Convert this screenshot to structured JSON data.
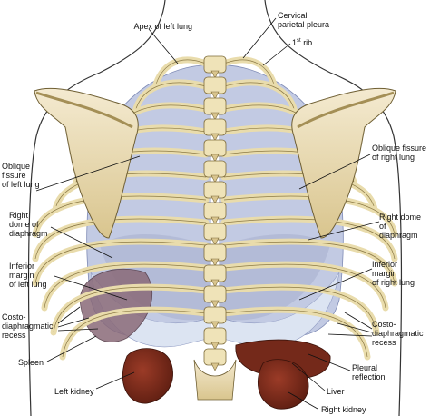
{
  "figure": {
    "background": "#ffffff",
    "colors": {
      "bone": "#ecdfae",
      "bone_shadow": "#cdbb7e",
      "lung": "#b9c2dd",
      "lung_shadow": "#8f9ac2",
      "pleura": "#dfe6f3",
      "kidney": "#7a2a1c",
      "spleen": "#7d5e6c",
      "liver": "#6e2818",
      "outline": "#333333",
      "leader": "#111111"
    },
    "labels": {
      "apex_left_lung": "Apex of left lung",
      "cervical_pleura": "Cervical\nparietal pleura",
      "first_rib_num": "1",
      "first_rib_sup": "st",
      "first_rib_word": " rib",
      "oblique_left": "Oblique\nfissure\nof left lung",
      "oblique_right": "Oblique fissure\nof right lung",
      "left_dome": "Right\ndome of\ndiaphragm",
      "right_dome": "Right dome of\ndiaphragm",
      "inf_margin_left": "Inferior\nmargin\nof left lung",
      "inf_margin_right": "Inferior\nmargin\nof right lung",
      "costo_left": "Costo-\ndiaphragmatic\nrecess",
      "costo_right": "Costo-\ndiaphragmatic\nrecess",
      "spleen": "Spleen",
      "left_kidney": "Left kidney",
      "pleural_reflection": "Pleural\nreflection",
      "liver": "Liver",
      "right_kidney": "Right kidney"
    }
  }
}
